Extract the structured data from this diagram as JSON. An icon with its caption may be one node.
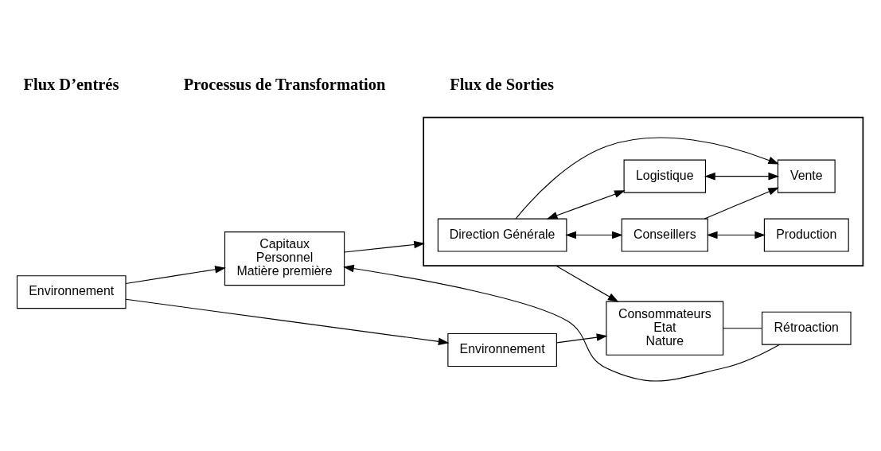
{
  "diagram": {
    "nodes": [
      {
        "text": [
          "Environnement"
        ]
      },
      {
        "text": [
          "Capitaux",
          "Personnel",
          "Matière première"
        ]
      },
      {
        "text": [],
        "shape": "box"
      },
      {
        "text": [
          "Direction Générale"
        ],
        "in": 2
      },
      {
        "text": [
          "Conseillers"
        ],
        "in": 2
      },
      {
        "text": [
          "Logistique"
        ],
        "in": 2
      },
      {
        "text": [
          "Production"
        ],
        "in": 2
      },
      {
        "text": [
          "Vente"
        ],
        "in": 2
      },
      {
        "text": [
          "Environnement"
        ]
      },
      {
        "text": [
          "Consommateurs",
          "Etat",
          "Nature"
        ]
      },
      {
        "text": [
          "Rétroaction"
        ]
      }
    ],
    "edges": [
      {
        "from": 0,
        "to": 8,
        "arrow": "to"
      },
      {
        "from": 0,
        "to": 1,
        "arrow": "to"
      },
      {
        "from": 1,
        "to": 2,
        "arrow": "to"
      },
      {
        "from": 3,
        "to": 4,
        "arrow": "both"
      },
      {
        "from": 3,
        "to": 5,
        "arrow": "both"
      },
      {
        "from": 3,
        "to": 7,
        "arrow": "to"
      },
      {
        "from": 4,
        "to": 7,
        "arrow": "to"
      },
      {
        "from": 4,
        "to": 6,
        "arrow": "both"
      },
      {
        "from": 5,
        "to": 7,
        "arrow": "both"
      },
      {
        "from": 2,
        "to": 9,
        "arrow": "to"
      },
      {
        "from": 8,
        "to": 9,
        "arrow": "to"
      },
      {
        "from": 9,
        "to": 10,
        "arrow": "none"
      },
      {
        "from": 10,
        "to": 1,
        "arrow": "to"
      }
    ],
    "labels": [
      "Flux D’entrés",
      "Processus de Transformation",
      "Flux de Sorties"
    ]
  }
}
